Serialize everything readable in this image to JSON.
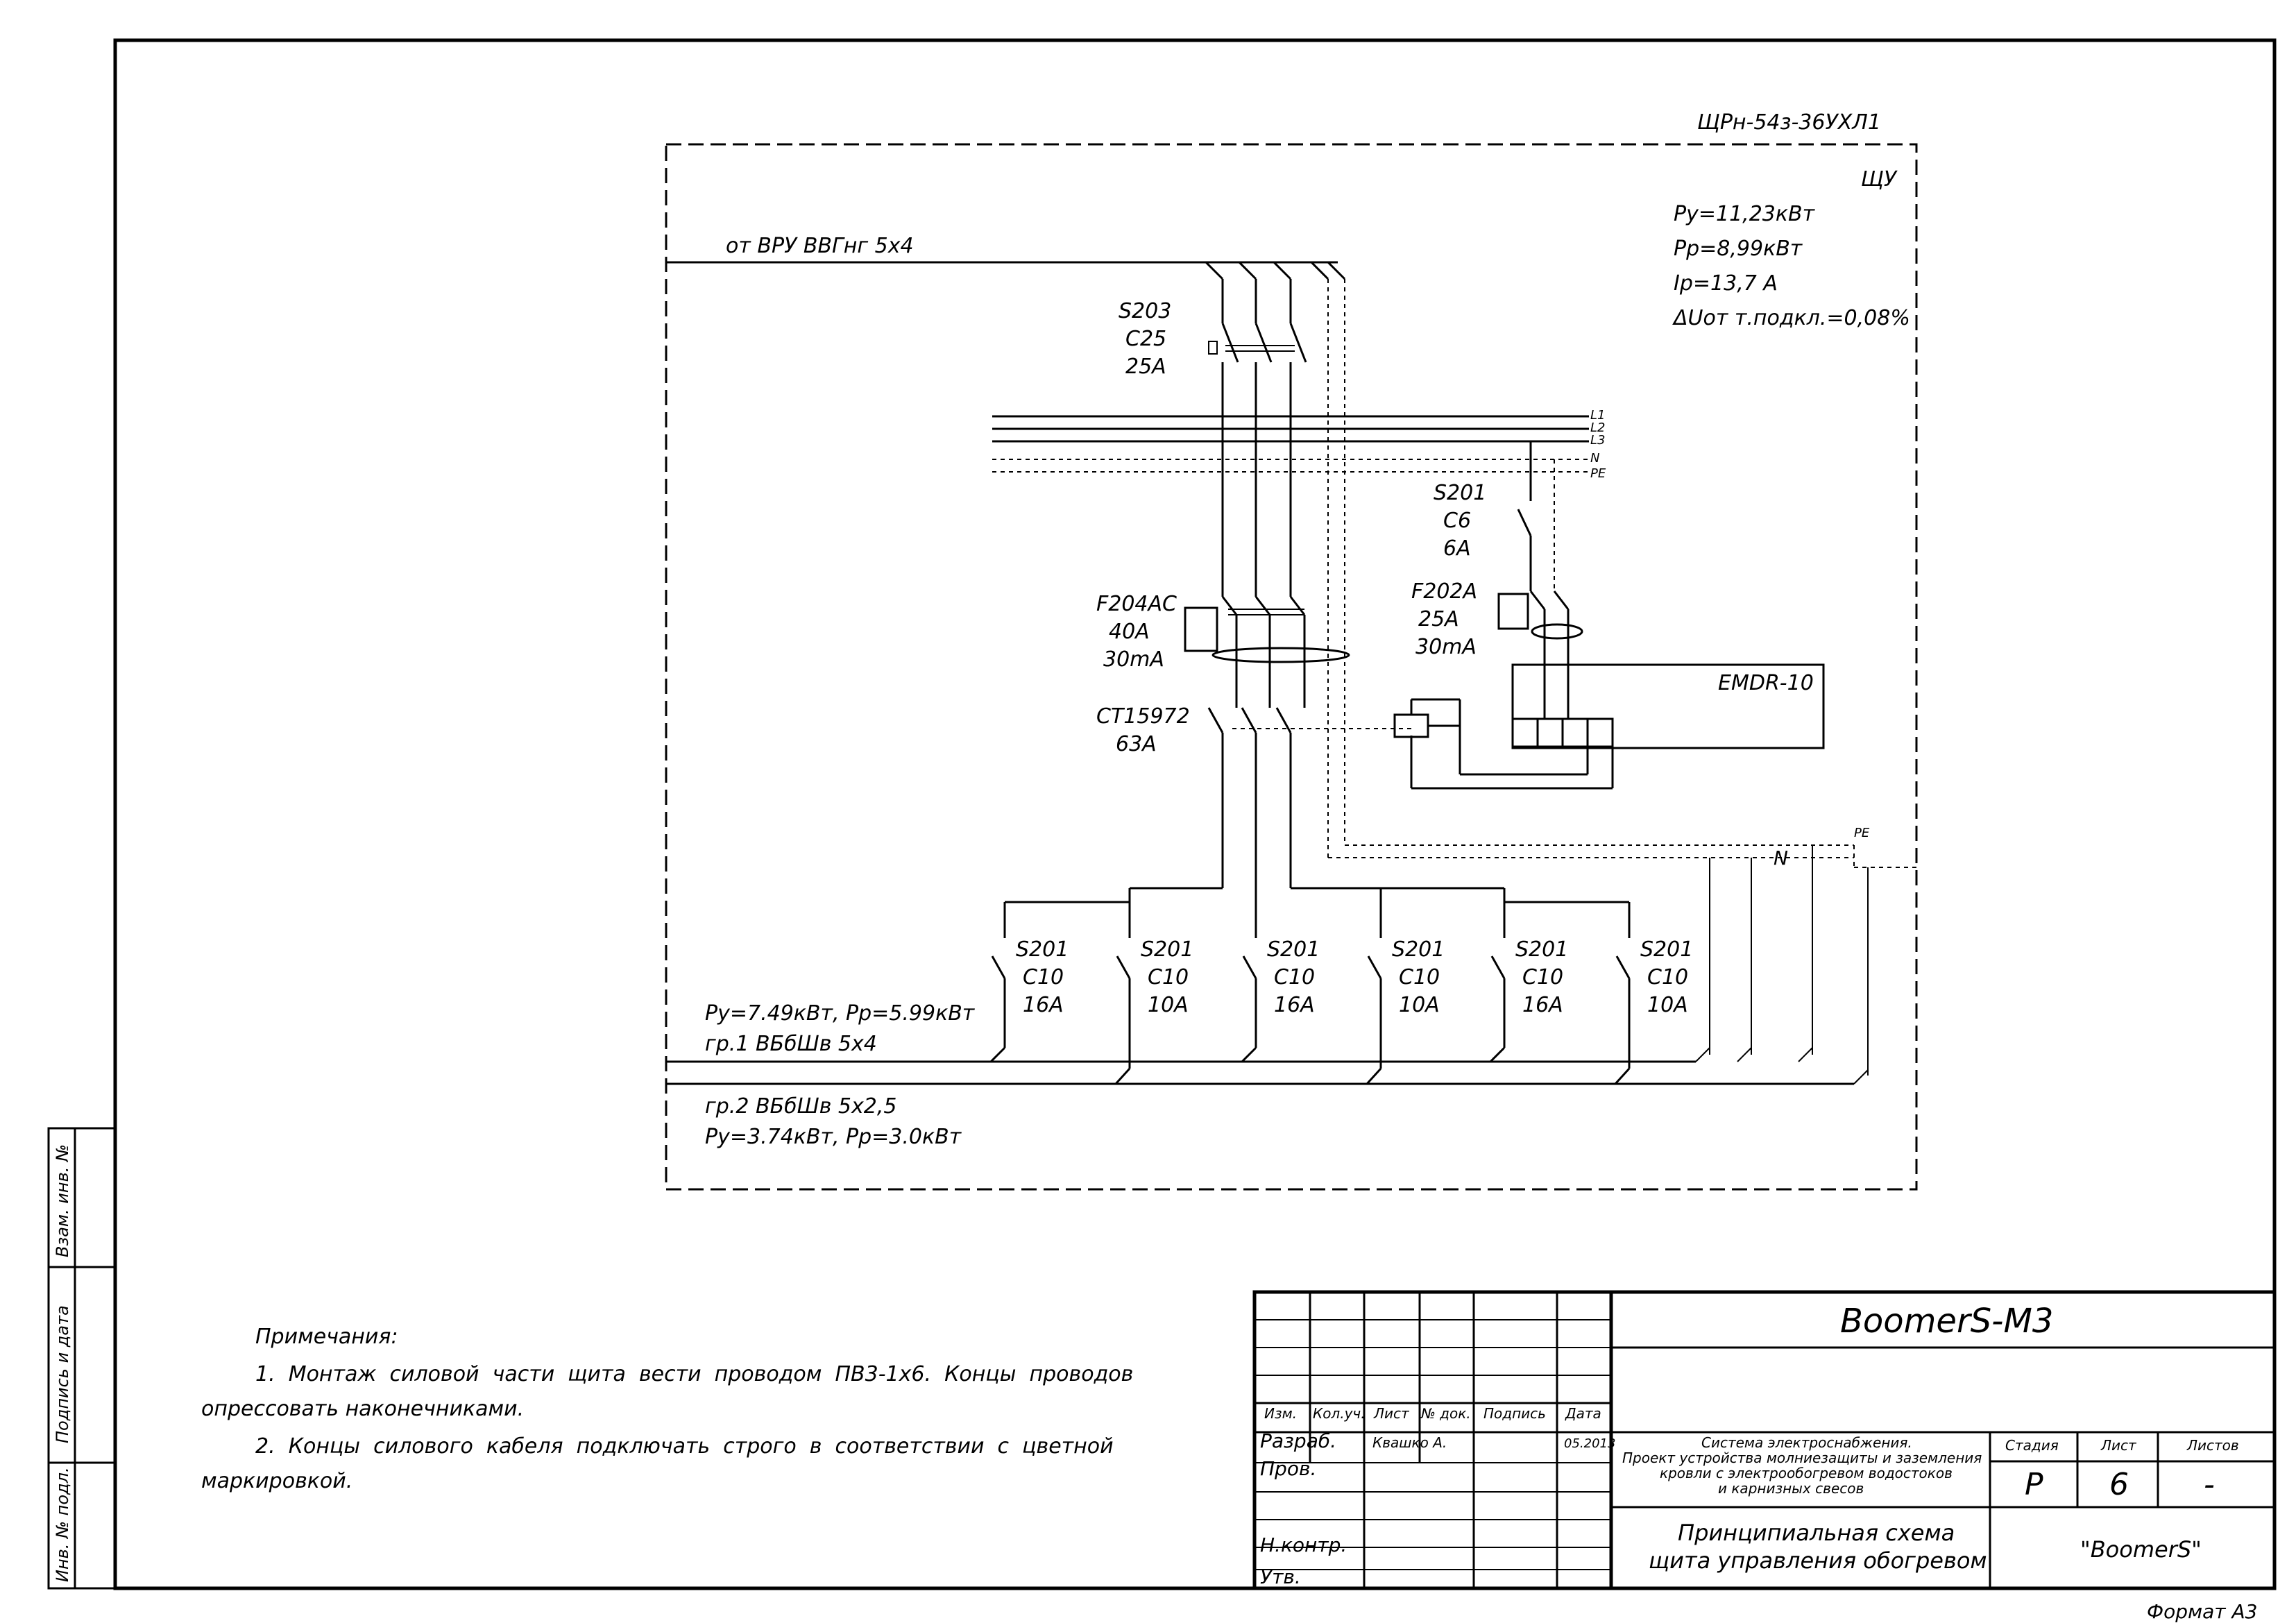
{
  "drawing": {
    "panel_code": "ЩРн-54з-36УХЛ1",
    "panel_label": "ЩУ",
    "params": [
      "Ру=11,23кВт",
      "Рр=8,99кВт",
      "Iр=13,7 А",
      "ΔUот т.подкл.=0,08%"
    ],
    "feeder": "от ВРУ ВВГнг 5х4",
    "main_breaker": [
      "S203",
      "C25",
      "25A"
    ],
    "bus_labels": [
      "L1",
      "L2",
      "L3",
      "N",
      "PE"
    ],
    "aux_breaker": [
      "S201",
      "C6",
      "6A"
    ],
    "rcd_main": [
      "F204AC",
      "40A",
      "30mA"
    ],
    "rcd_aux": [
      "F202A",
      "25A",
      "30mA"
    ],
    "relay": "EMDR-10",
    "contactor": [
      "CT15972",
      "63A"
    ],
    "n_label": "N",
    "pe_label": "PE",
    "outgoing": [
      {
        "name": "S201",
        "curve": "C10",
        "rating": "16A"
      },
      {
        "name": "S201",
        "curve": "C10",
        "rating": "10A"
      },
      {
        "name": "S201",
        "curve": "C10",
        "rating": "16A"
      },
      {
        "name": "S201",
        "curve": "C10",
        "rating": "10A"
      },
      {
        "name": "S201",
        "curve": "C10",
        "rating": "16A"
      },
      {
        "name": "S201",
        "curve": "C10",
        "rating": "10A"
      }
    ],
    "group1": [
      "Ру=7.49кВт, Рр=5.99кВт",
      "гр.1 ВБбШв 5х4"
    ],
    "group2": [
      "гр.2 ВБбШв 5х2,5",
      "Ру=3.74кВт, Рр=3.0кВт"
    ]
  },
  "notes": {
    "title": "Примечания:",
    "line1a": "1.  Монтаж  силовой  части  щита  вести  проводом  ПВ3-1х6.  Концы  проводов",
    "line1b": "опрессовать наконечниками.",
    "line2a": "2.  Концы  силового  кабеля  подключать  строго  в  соответствии  с  цветной",
    "line2b": "маркировкой."
  },
  "side_stamp": [
    "Взам. инв. №",
    "Подпись и дата",
    "Инв. № подл."
  ],
  "title_block": {
    "doc_code": "BoomerS-M3",
    "headers": [
      "Изм.",
      "Кол.уч.",
      "Лист",
      "№ док.",
      "Подпись",
      "Дата"
    ],
    "roles": [
      "Разраб.",
      "Пров.",
      "Н.контр.",
      "Утв."
    ],
    "developer": "Квашко А.",
    "date": "05.2013",
    "project": [
      "Система электроснабжения.",
      "Проект устройства молниезащиты и заземления",
      "кровли с электрообогревом водостоков",
      "и карнизных свесов"
    ],
    "stage_header": "Стадия",
    "sheet_header": "Лист",
    "sheets_header": "Листов",
    "stage": "Р",
    "sheet": "6",
    "sheets": "-",
    "drawing_title": [
      "Принципиальная схема",
      "щита управления обогревом"
    ],
    "company": "\"BoomerS\"",
    "format": "Формат А3"
  }
}
